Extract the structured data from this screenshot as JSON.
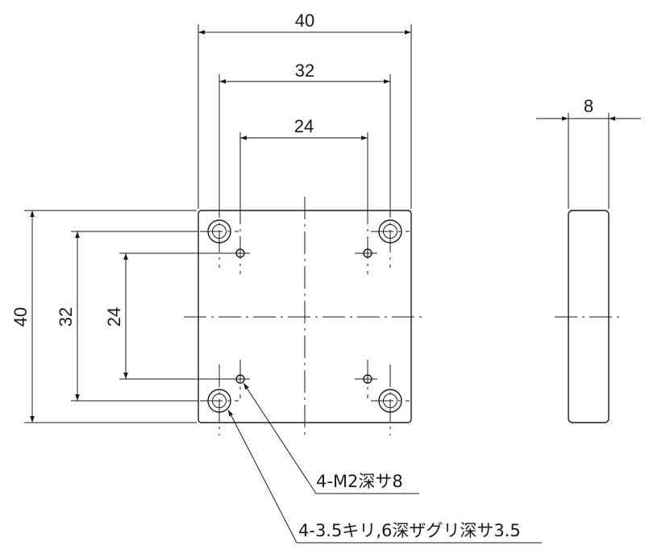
{
  "dimensions": {
    "top_width": "40",
    "top_hole_pitch": "32",
    "top_tap_pitch": "24",
    "left_height": "40",
    "left_hole_pitch": "32",
    "left_tap_pitch": "24",
    "side_thickness": "8"
  },
  "callouts": {
    "tap_note": "4-M2深サ8",
    "hole_note": "4-3.5キリ,6深ザグリ深サ3.5"
  }
}
